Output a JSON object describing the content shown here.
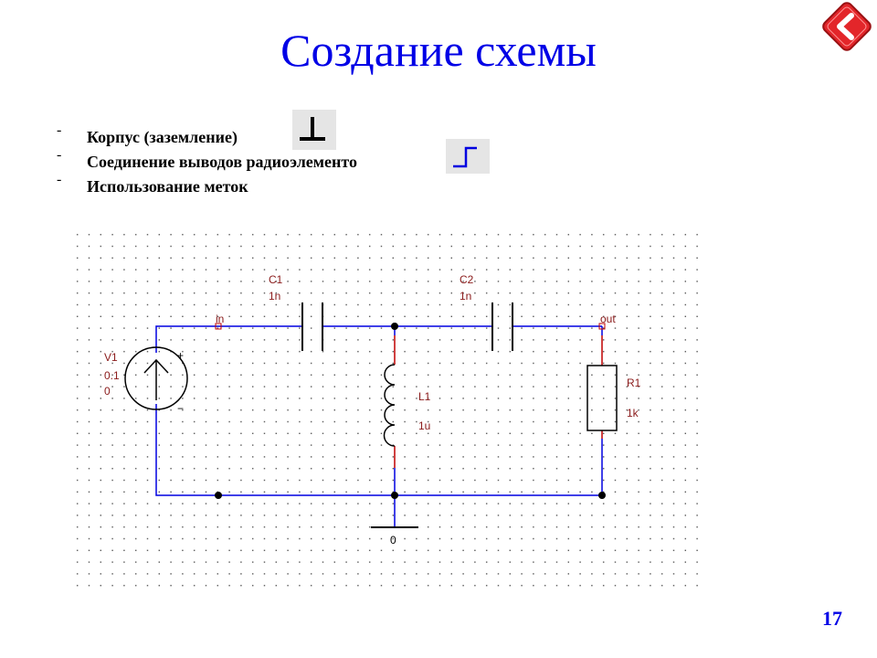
{
  "slide": {
    "title": "Создание схемы",
    "page_number": "17"
  },
  "bullets": [
    {
      "dash": "-",
      "text": "Корпус (заземление)"
    },
    {
      "dash": "-",
      "text": "Соединение выводов радиоэлементо"
    },
    {
      "dash": "-",
      "text": "Использование меток"
    }
  ],
  "icons": {
    "back": "chevron-left-icon",
    "ground_tool": "ground-symbol-icon",
    "wire_tool": "wire-tool-icon"
  },
  "circuit": {
    "v1": {
      "name": "V1",
      "value1": "0.1",
      "value2": "0",
      "plus": "+",
      "minus": "−"
    },
    "c1": {
      "name": "C1",
      "value": "1n"
    },
    "c2": {
      "name": "C2",
      "value": "1n"
    },
    "l1": {
      "name": "L1",
      "value": "1u"
    },
    "r1": {
      "name": "R1",
      "value": "1k"
    },
    "label_in": "in",
    "label_out": "out",
    "ground_label": "0"
  },
  "colors": {
    "title": "#0000e6",
    "wire": "#0000e0",
    "component": "#000000",
    "pin": "#c00000",
    "label": "#8a1a1a",
    "button": "#e3262a"
  }
}
